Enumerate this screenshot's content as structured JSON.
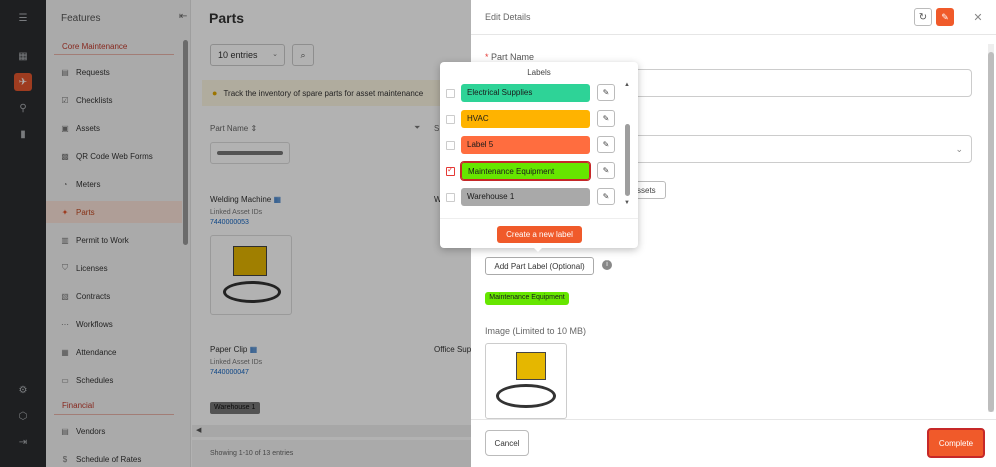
{
  "features": {
    "title": "Features",
    "sections": [
      {
        "title": "Core Maintenance"
      },
      {
        "title": "Financial"
      }
    ],
    "items": [
      {
        "label": "Requests",
        "icon": "requests-icon"
      },
      {
        "label": "Checklists",
        "icon": "checklist-icon"
      },
      {
        "label": "Assets",
        "icon": "assets-icon"
      },
      {
        "label": "QR Code Web Forms",
        "icon": "qr-icon"
      },
      {
        "label": "Meters",
        "icon": "meter-icon"
      },
      {
        "label": "Parts",
        "icon": "parts-icon",
        "active": true
      },
      {
        "label": "Permit to Work",
        "icon": "permit-icon"
      },
      {
        "label": "Licenses",
        "icon": "license-icon"
      },
      {
        "label": "Contracts",
        "icon": "contract-icon"
      },
      {
        "label": "Workflows",
        "icon": "workflow-icon"
      },
      {
        "label": "Attendance",
        "icon": "attendance-icon"
      },
      {
        "label": "Schedules",
        "icon": "schedule-icon"
      }
    ],
    "financial_items": [
      {
        "label": "Vendors",
        "icon": "vendor-icon"
      },
      {
        "label": "Schedule of Rates",
        "icon": "rates-icon"
      }
    ]
  },
  "main": {
    "title": "Parts",
    "entries": "10 entries",
    "info": "Track the inventory of spare parts for asset maintenance",
    "columns": {
      "part_name": "Part Name",
      "category_initial": "S"
    },
    "rows": [
      {
        "name": "Welding Machine",
        "linked_label": "Linked Asset IDs",
        "linked_id": "7440000053",
        "category": "W"
      },
      {
        "name": "Paper Clip",
        "linked_label": "Linked Asset IDs",
        "linked_id": "7440000047",
        "category": "Office Sup"
      }
    ],
    "tag": "Warehouse 1",
    "footer": "Showing 1-10 of 13 entries"
  },
  "drawer": {
    "title": "Edit Details",
    "part_name_label": "Part Name",
    "required_mark": "*",
    "assets_button": "ssets",
    "add_label_button": "Add Part Label (Optional)",
    "selected_chip": "Maintenance Equipment",
    "image_label": "Image (Limited to 10 MB)",
    "cancel": "Cancel",
    "complete": "Complete"
  },
  "labels_popover": {
    "title": "Labels",
    "labels": [
      {
        "name": "Electrical Supplies",
        "color": "#2ed397",
        "checked": false
      },
      {
        "name": "HVAC",
        "color": "#ffb300",
        "checked": false
      },
      {
        "name": "Label 5",
        "color": "#ff6d3f",
        "checked": false
      },
      {
        "name": "Maintenance Equipment",
        "color": "#66e600",
        "checked": true
      },
      {
        "name": "Warehouse 1",
        "color": "#a9a9a9",
        "checked": false
      }
    ],
    "create_button": "Create a new label"
  },
  "colors": {
    "accent": "#f05a2a",
    "rail_bg": "#2b2d30"
  }
}
